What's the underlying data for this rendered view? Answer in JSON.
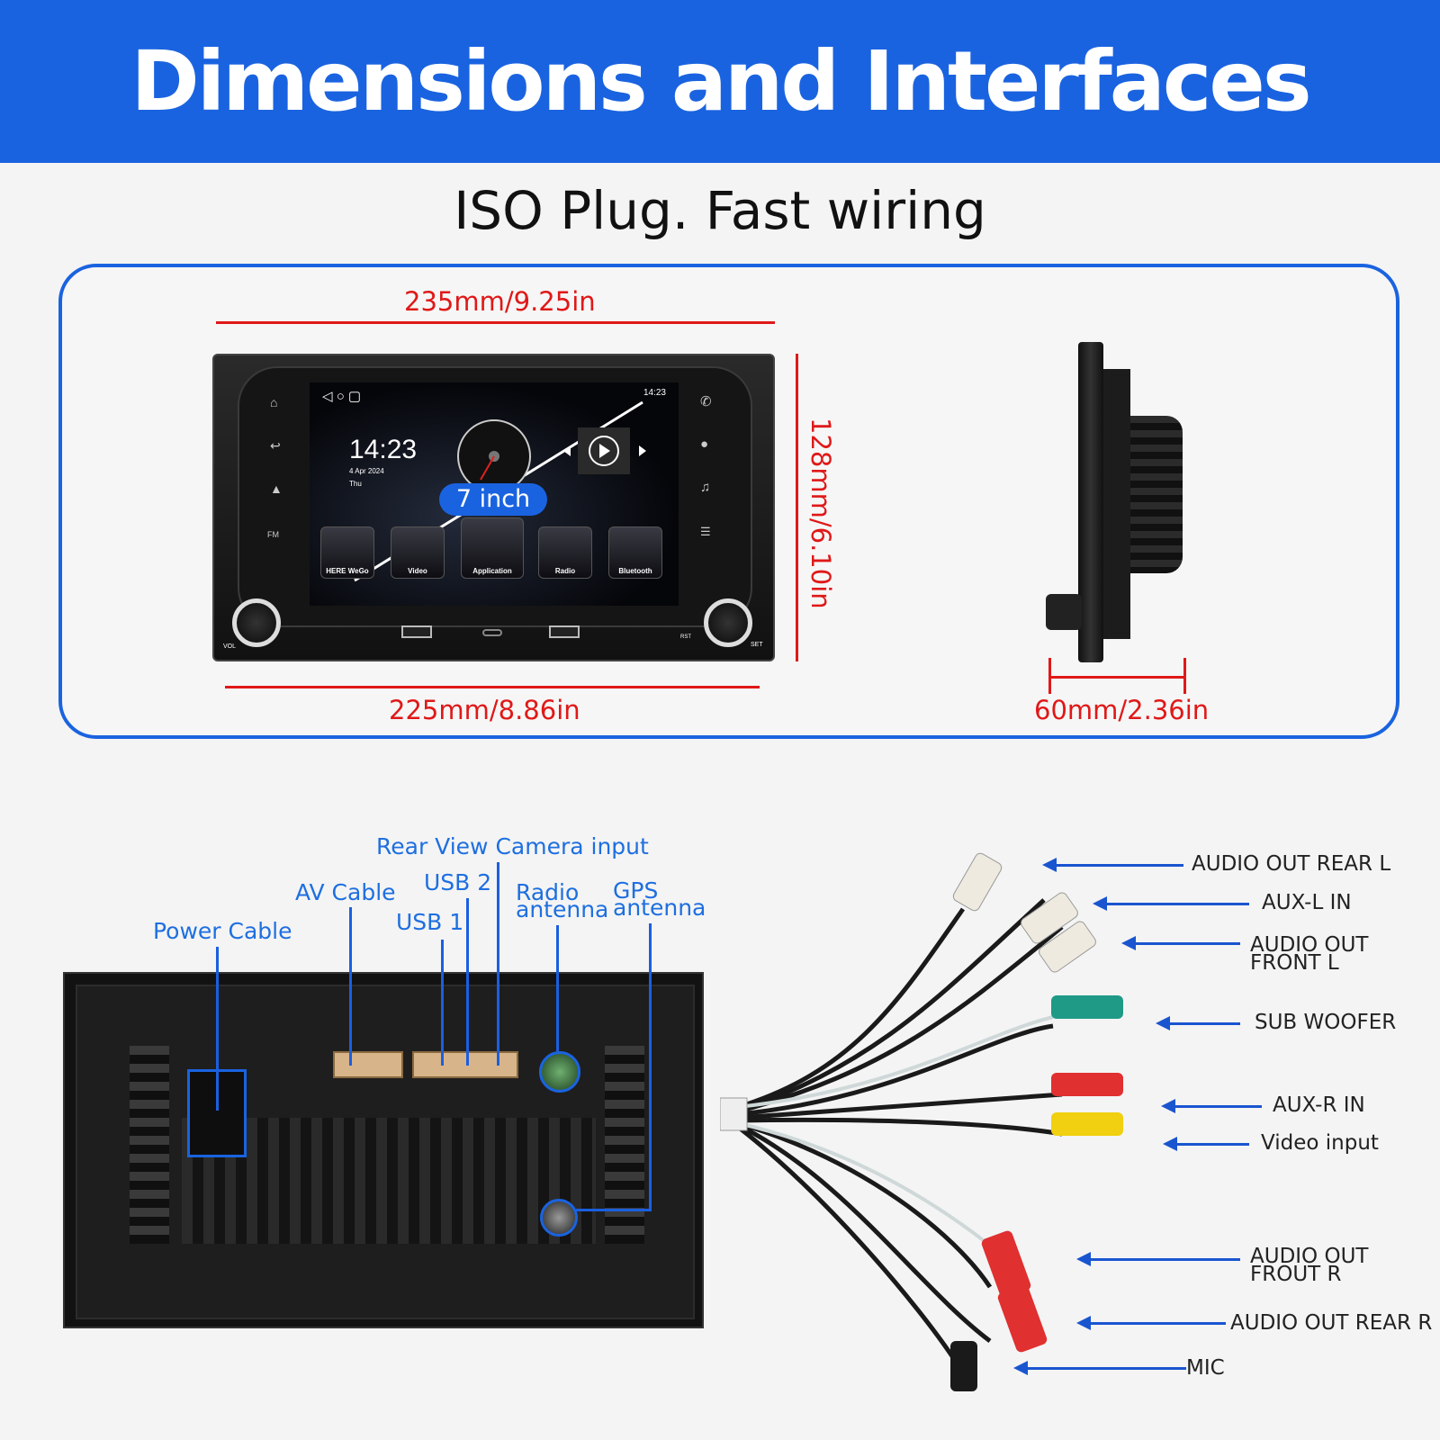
{
  "header": {
    "title": "Dimensions and Interfaces",
    "bg_color": "#1a63e0"
  },
  "subtitle": "ISO Plug. Fast wiring",
  "dimensions": {
    "top_width": "235mm/9.25in",
    "bottom_width": "225mm/8.86in",
    "height": "128mm/6.10in",
    "depth": "60mm/2.36in",
    "accent_color": "#e01818"
  },
  "screen": {
    "size_badge": "7 inch",
    "clock": "14:23",
    "date": "4 Apr 2024",
    "day": "Thu",
    "status_time": "14:23",
    "apps": [
      "HERE WeGo",
      "Video",
      "Application",
      "Radio",
      "Bluetooth"
    ],
    "side_labels": {
      "fm": "FM",
      "vol": "VOL",
      "set": "SET",
      "rst": "RST"
    }
  },
  "back_labels": {
    "power": "Power Cable",
    "av": "AV Cable",
    "usb1": "USB 1",
    "usb2": "USB 2",
    "camera": "Rear View Camera input",
    "radio_l1": "Radio",
    "radio_l2": "antenna",
    "gps_l1": "GPS",
    "gps_l2": "antenna"
  },
  "cable_labels": {
    "audio_out_rear_l": "AUDIO OUT REAR L",
    "aux_l_in": "AUX-L IN",
    "audio_out_front_l_1": "AUDIO OUT",
    "audio_out_front_l_2": "FRONT L",
    "sub_woofer": "SUB WOOFER",
    "aux_r_in": "AUX-R IN",
    "video_input": "Video input",
    "audio_out_front_r_1": "AUDIO OUT",
    "audio_out_front_r_2": "FROUT R",
    "audio_out_rear_r": "AUDIO OUT REAR R",
    "mic": "MIC"
  }
}
